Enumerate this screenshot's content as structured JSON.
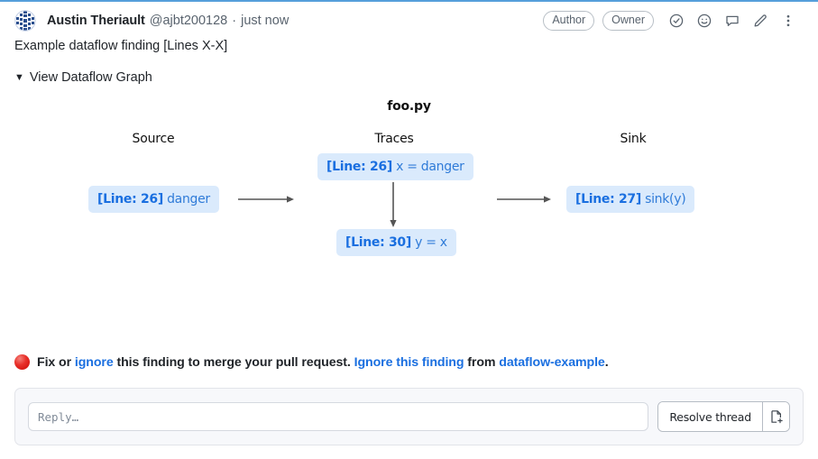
{
  "header": {
    "avatar_name": "avatar",
    "author": "Austin Theriault",
    "handle": "@ajbt200128",
    "separator": "·",
    "timestamp": "just now",
    "badges": [
      "Author",
      "Owner"
    ],
    "icons": [
      {
        "name": "check-circle-icon",
        "title": "Resolve"
      },
      {
        "name": "smiley-icon",
        "title": "Add reaction"
      },
      {
        "name": "comment-icon",
        "title": "Quote reply"
      },
      {
        "name": "pencil-icon",
        "title": "Edit"
      },
      {
        "name": "kebab-menu-icon",
        "title": "More"
      }
    ]
  },
  "body": {
    "text": "Example dataflow finding [Lines X-X]",
    "toggle_marker": "▼",
    "toggle_label": "View Dataflow Graph"
  },
  "graph": {
    "title": "foo.py",
    "columns": [
      {
        "label": "Source"
      },
      {
        "label": "Traces"
      },
      {
        "label": "Sink"
      }
    ],
    "nodes": [
      {
        "id": "source",
        "line": "[Line: 26]",
        "code": "danger"
      },
      {
        "id": "trace1",
        "line": "[Line: 26]",
        "code": "x = danger"
      },
      {
        "id": "trace2",
        "line": "[Line: 30]",
        "code": "y = x"
      },
      {
        "id": "sink",
        "line": "[Line: 27]",
        "code": "sink(y)"
      }
    ],
    "edges": [
      {
        "from": "source",
        "to": "trace1",
        "direction": "right"
      },
      {
        "from": "trace1",
        "to": "trace2",
        "direction": "down"
      },
      {
        "from": "trace2",
        "to": "sink",
        "direction": "right"
      }
    ],
    "colors": {
      "node_bg": "#daeafc",
      "node_text": "#2f7bd8",
      "node_line_text": "#1a6fe0",
      "arrow": "#555555"
    }
  },
  "notice": {
    "icon": "red-circle-icon",
    "part1": "Fix or ",
    "link1": "ignore",
    "part2": " this finding to merge your pull request. ",
    "link2": "Ignore this finding",
    "part3": " from ",
    "link3": "dataflow-example",
    "part4": "."
  },
  "reply": {
    "placeholder": "Reply…",
    "value": "",
    "resolve_label": "Resolve thread",
    "icon_button_name": "new-file-icon"
  },
  "theme": {
    "accent_blue": "#1a6fe0",
    "top_rule": "#559fdb",
    "text": "#1f2328",
    "muted": "#59636e"
  }
}
